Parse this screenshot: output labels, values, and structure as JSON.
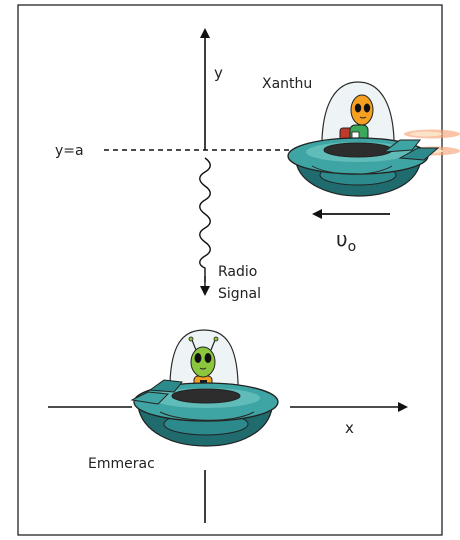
{
  "labels": {
    "y_axis": "y",
    "x_axis": "x",
    "line_level": "y=a",
    "ship_top_name": "Xanthu",
    "ship_bottom_name": "Emmerac",
    "velocity_symbol": "υ",
    "velocity_subscript": "o",
    "signal_line1": "Radio",
    "signal_line2": "Signal"
  },
  "colors": {
    "frame": "#111111",
    "axis": "#111111",
    "saucer_top": "#3fa4a4",
    "saucer_dark": "#1f6b6e",
    "saucer_light": "#7ccfc8",
    "alien_orange": "#f5a020",
    "alien_green": "#8cc63e",
    "dome": "#eef4f6",
    "flame": "#f6a47a"
  },
  "icons": {
    "top_ship": "flying-saucer-orange-alien",
    "bottom_ship": "flying-saucer-green-alien"
  }
}
